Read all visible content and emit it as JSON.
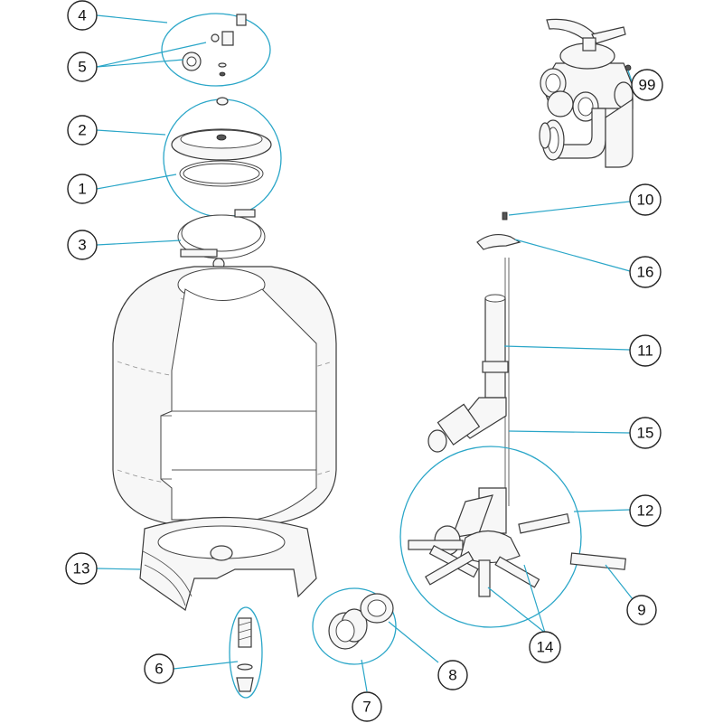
{
  "title": "",
  "callouts": {
    "c4": "4",
    "c5": "5",
    "c2": "2",
    "c1": "1",
    "c3": "3",
    "c13": "13",
    "c6": "6",
    "c7": "7",
    "c8": "8",
    "c99": "99",
    "c10": "10",
    "c16": "16",
    "c11": "11",
    "c15": "15",
    "c12": "12",
    "c9": "9",
    "c14": "14"
  },
  "colors": {
    "leader": "#2aa6c8",
    "outline": "#3a3a3a",
    "background": "#ffffff"
  }
}
